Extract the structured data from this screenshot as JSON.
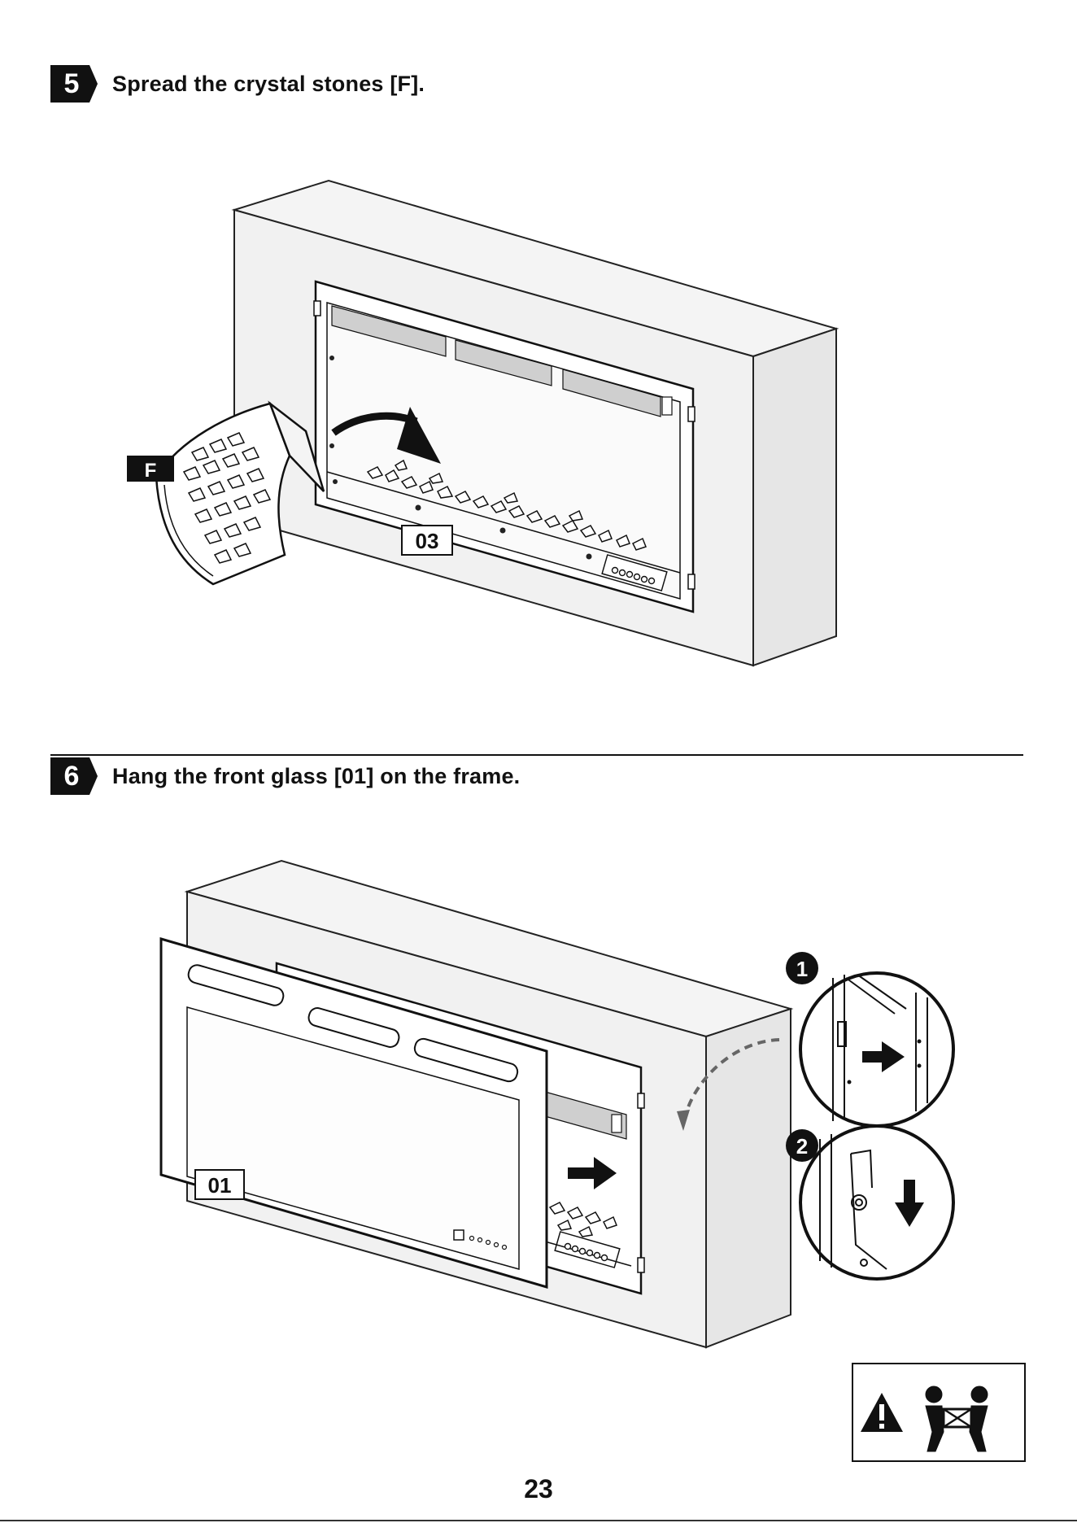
{
  "steps": [
    {
      "number": "5",
      "title": "Spread the crystal stones [F]."
    },
    {
      "number": "6",
      "title": "Hang the front glass [01] on the frame."
    }
  ],
  "labels": {
    "part_f": "F",
    "part_03": "03",
    "part_01": "01",
    "detail_1": "1",
    "detail_2": "2"
  },
  "page_number": "23",
  "icons": [
    "warning-icon",
    "two-person-lift-icon",
    "arrow-right-icon",
    "arrow-down-icon",
    "curved-arrow-icon"
  ]
}
